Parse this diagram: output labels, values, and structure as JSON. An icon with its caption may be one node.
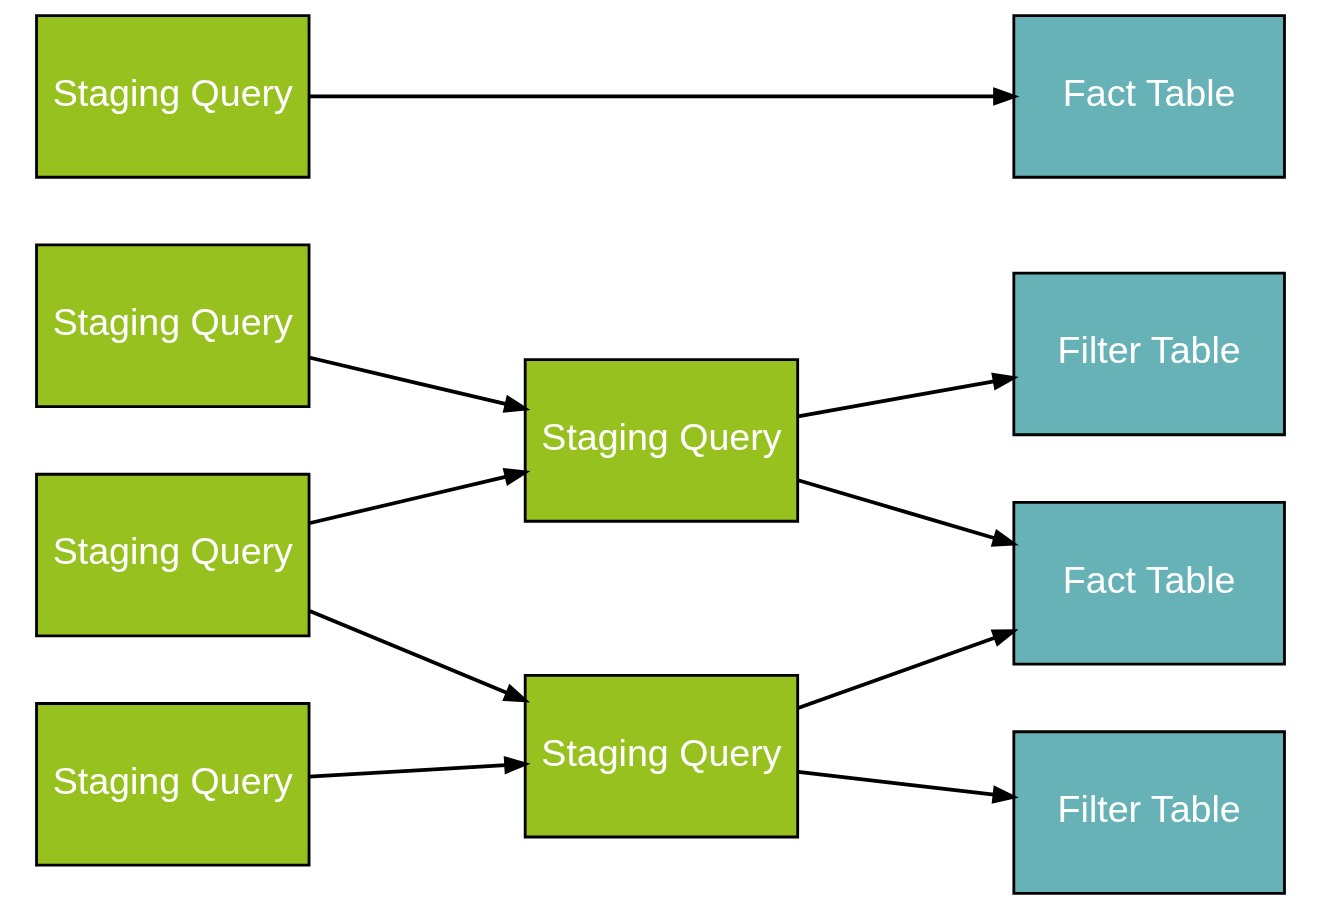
{
  "diagram": {
    "nodes": [
      {
        "text": [
          "Staging Query"
        ]
      },
      {
        "text": [
          "Fact Table"
        ]
      },
      {
        "text": [
          "Staging Query"
        ]
      },
      {
        "text": [
          "Filter Table"
        ]
      },
      {
        "text": [
          "Staging Query"
        ]
      },
      {
        "text": [
          "Staging Query"
        ]
      },
      {
        "text": [
          "Fact Table"
        ]
      },
      {
        "text": [
          "Staging Query"
        ]
      },
      {
        "text": [
          "Staging Query"
        ]
      },
      {
        "text": [
          "Filter Table"
        ]
      }
    ],
    "edges": [
      {
        "from": 0,
        "to": 1,
        "arrow": "to"
      },
      {
        "from": 2,
        "to": 4,
        "arrow": "to"
      },
      {
        "from": 5,
        "to": 4,
        "arrow": "to"
      },
      {
        "from": 5,
        "to": 7,
        "arrow": "to"
      },
      {
        "from": 8,
        "to": 7,
        "arrow": "to"
      },
      {
        "from": 4,
        "to": 3,
        "arrow": "to"
      },
      {
        "from": 4,
        "to": 6,
        "arrow": "to"
      },
      {
        "from": 7,
        "to": 6,
        "arrow": "to"
      },
      {
        "from": 7,
        "to": 9,
        "arrow": "to"
      }
    ]
  }
}
